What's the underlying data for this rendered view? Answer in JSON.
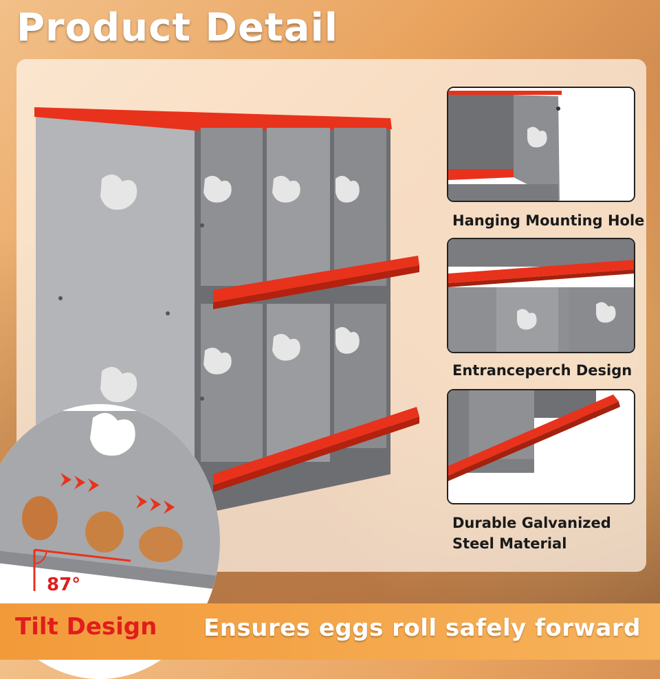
{
  "header": {
    "title": "Product Detail"
  },
  "features": [
    {
      "caption": "Hanging Mounting Hole",
      "icon": "mounting-hole-detail"
    },
    {
      "caption": "Entranceperch Design",
      "icon": "entrance-perch-detail"
    },
    {
      "caption_line1": "Durable Galvanized",
      "caption_line2": "Steel Material",
      "icon": "steel-material-detail"
    }
  ],
  "tilt": {
    "angle": "87°",
    "label": "Tilt Design"
  },
  "footer": {
    "tagline": "Ensures eggs roll safely forward"
  },
  "colors": {
    "accent_red": "#e8321c",
    "steel": "#a9aaad",
    "banner": "#f29a3a"
  }
}
